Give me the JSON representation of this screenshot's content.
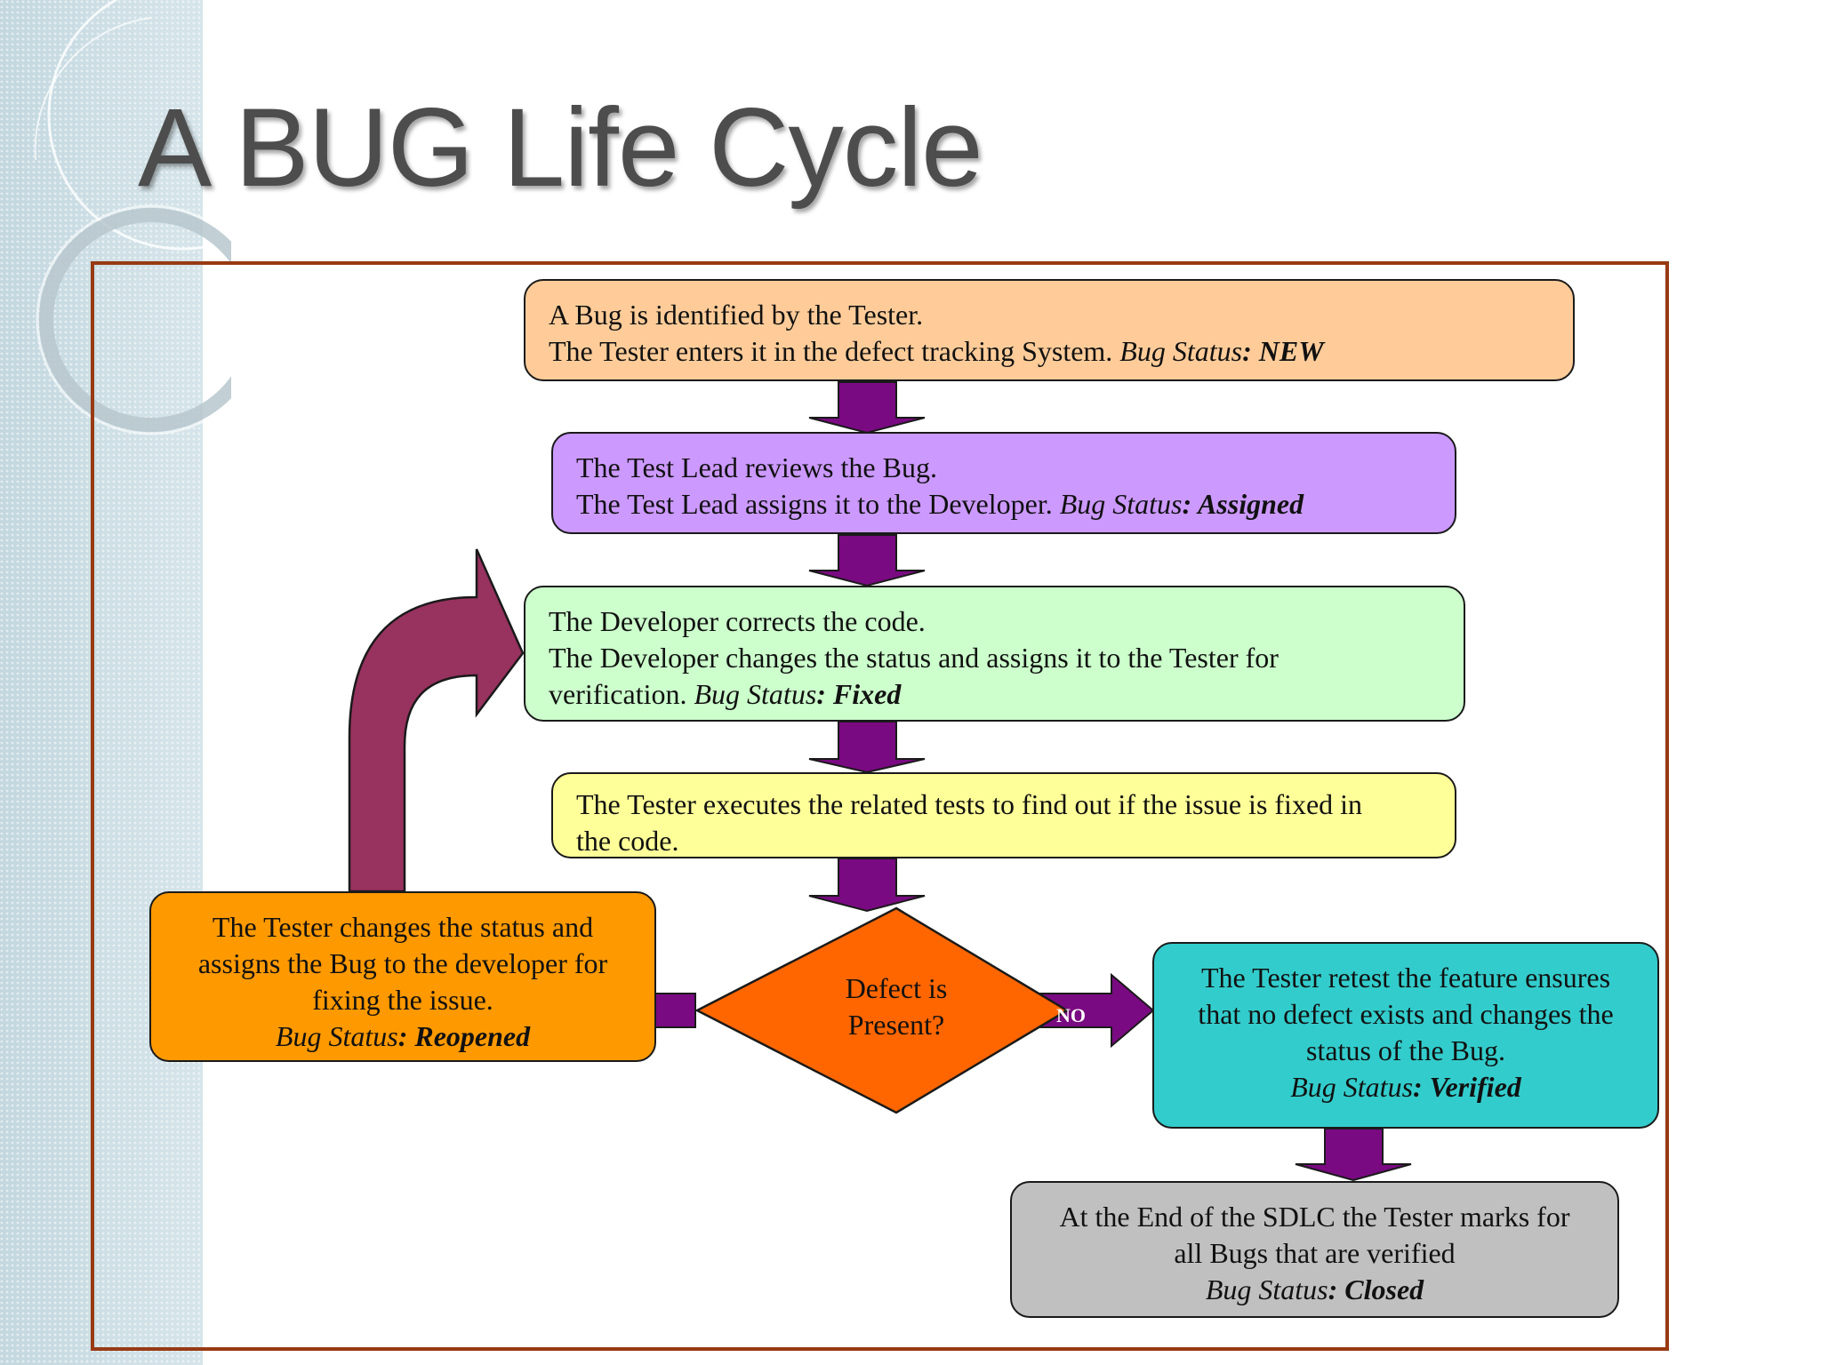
{
  "slide": {
    "title": "A BUG Life Cycle"
  },
  "colors": {
    "frame": "#983a13",
    "arrow": "#7a0a82",
    "loop_arrow": "#98325f",
    "new_box": "#ffcc99",
    "assigned_box": "#cc99ff",
    "fixed_box": "#ccffcc",
    "test_box": "#ffff99",
    "reopened_box": "#ff9900",
    "decision": "#ff6600",
    "verified_box": "#33cccc",
    "closed_box": "#c0c0c0"
  },
  "steps": {
    "new": {
      "line1": "A Bug is identified by the Tester.",
      "line2": "The Tester enters it in the defect tracking System.  ",
      "status_prefix": "Bug Status",
      "status_value": ": NEW"
    },
    "assigned": {
      "line1": "The Test Lead reviews the Bug.",
      "line2": "The Test Lead assigns it to the Developer. ",
      "status_prefix": "Bug Status",
      "status_value": ": Assigned"
    },
    "fixed": {
      "line1": "The Developer corrects the code.",
      "line2": "The Developer changes the status and assigns it to the Tester for",
      "line3": "verification. ",
      "status_prefix": "Bug Status",
      "status_value": ": Fixed"
    },
    "test": {
      "line1": "The Tester executes the related tests to find out if the issue is fixed in",
      "line2": "the code."
    },
    "decision": {
      "line1": "Defect is",
      "line2": "Present?",
      "no_label": "NO"
    },
    "reopened": {
      "line1": "The Tester changes the status and",
      "line2": "assigns the Bug to the developer for",
      "line3": "fixing the issue.",
      "status_prefix": "Bug Status",
      "status_value": ": Reopened"
    },
    "verified": {
      "line1": "The Tester retest the feature ensures",
      "line2": "that no defect exists and changes the",
      "line3": "status of the Bug.",
      "status_prefix": "Bug Status",
      "status_value": ": Verified"
    },
    "closed": {
      "line1": "At the End of the SDLC the Tester marks for",
      "line2": "all Bugs that are verified",
      "status_prefix": "Bug Status",
      "status_value": ": Closed"
    }
  }
}
